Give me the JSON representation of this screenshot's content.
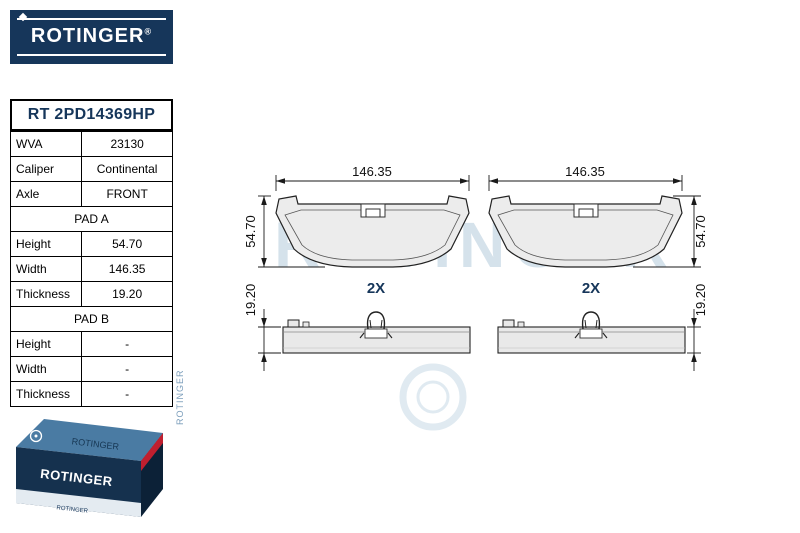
{
  "brand": {
    "name": "ROTINGER",
    "reg": "®"
  },
  "part_number": "RT 2PD14369HP",
  "table": {
    "info_rows": [
      {
        "label": "WVA",
        "value": "23130"
      },
      {
        "label": "Caliper",
        "value": "Continental"
      },
      {
        "label": "Axle",
        "value": "FRONT"
      }
    ],
    "pad_a_header": "PAD A",
    "pad_a_rows": [
      {
        "label": "Height",
        "value": "54.70"
      },
      {
        "label": "Width",
        "value": "146.35"
      },
      {
        "label": "Thickness",
        "value": "19.20"
      }
    ],
    "pad_b_header": "PAD B",
    "pad_b_rows": [
      {
        "label": "Height",
        "value": "-"
      },
      {
        "label": "Width",
        "value": "-"
      },
      {
        "label": "Thickness",
        "value": "-"
      }
    ]
  },
  "drawing": {
    "width_dim": "146.35",
    "height_dim": "54.70",
    "thickness_dim": "19.20",
    "quantity": "2X",
    "watermark": "ROTINGER"
  },
  "colors": {
    "navy": "#16365a",
    "red": "#c01f2f",
    "watermark": "#bad0df"
  }
}
